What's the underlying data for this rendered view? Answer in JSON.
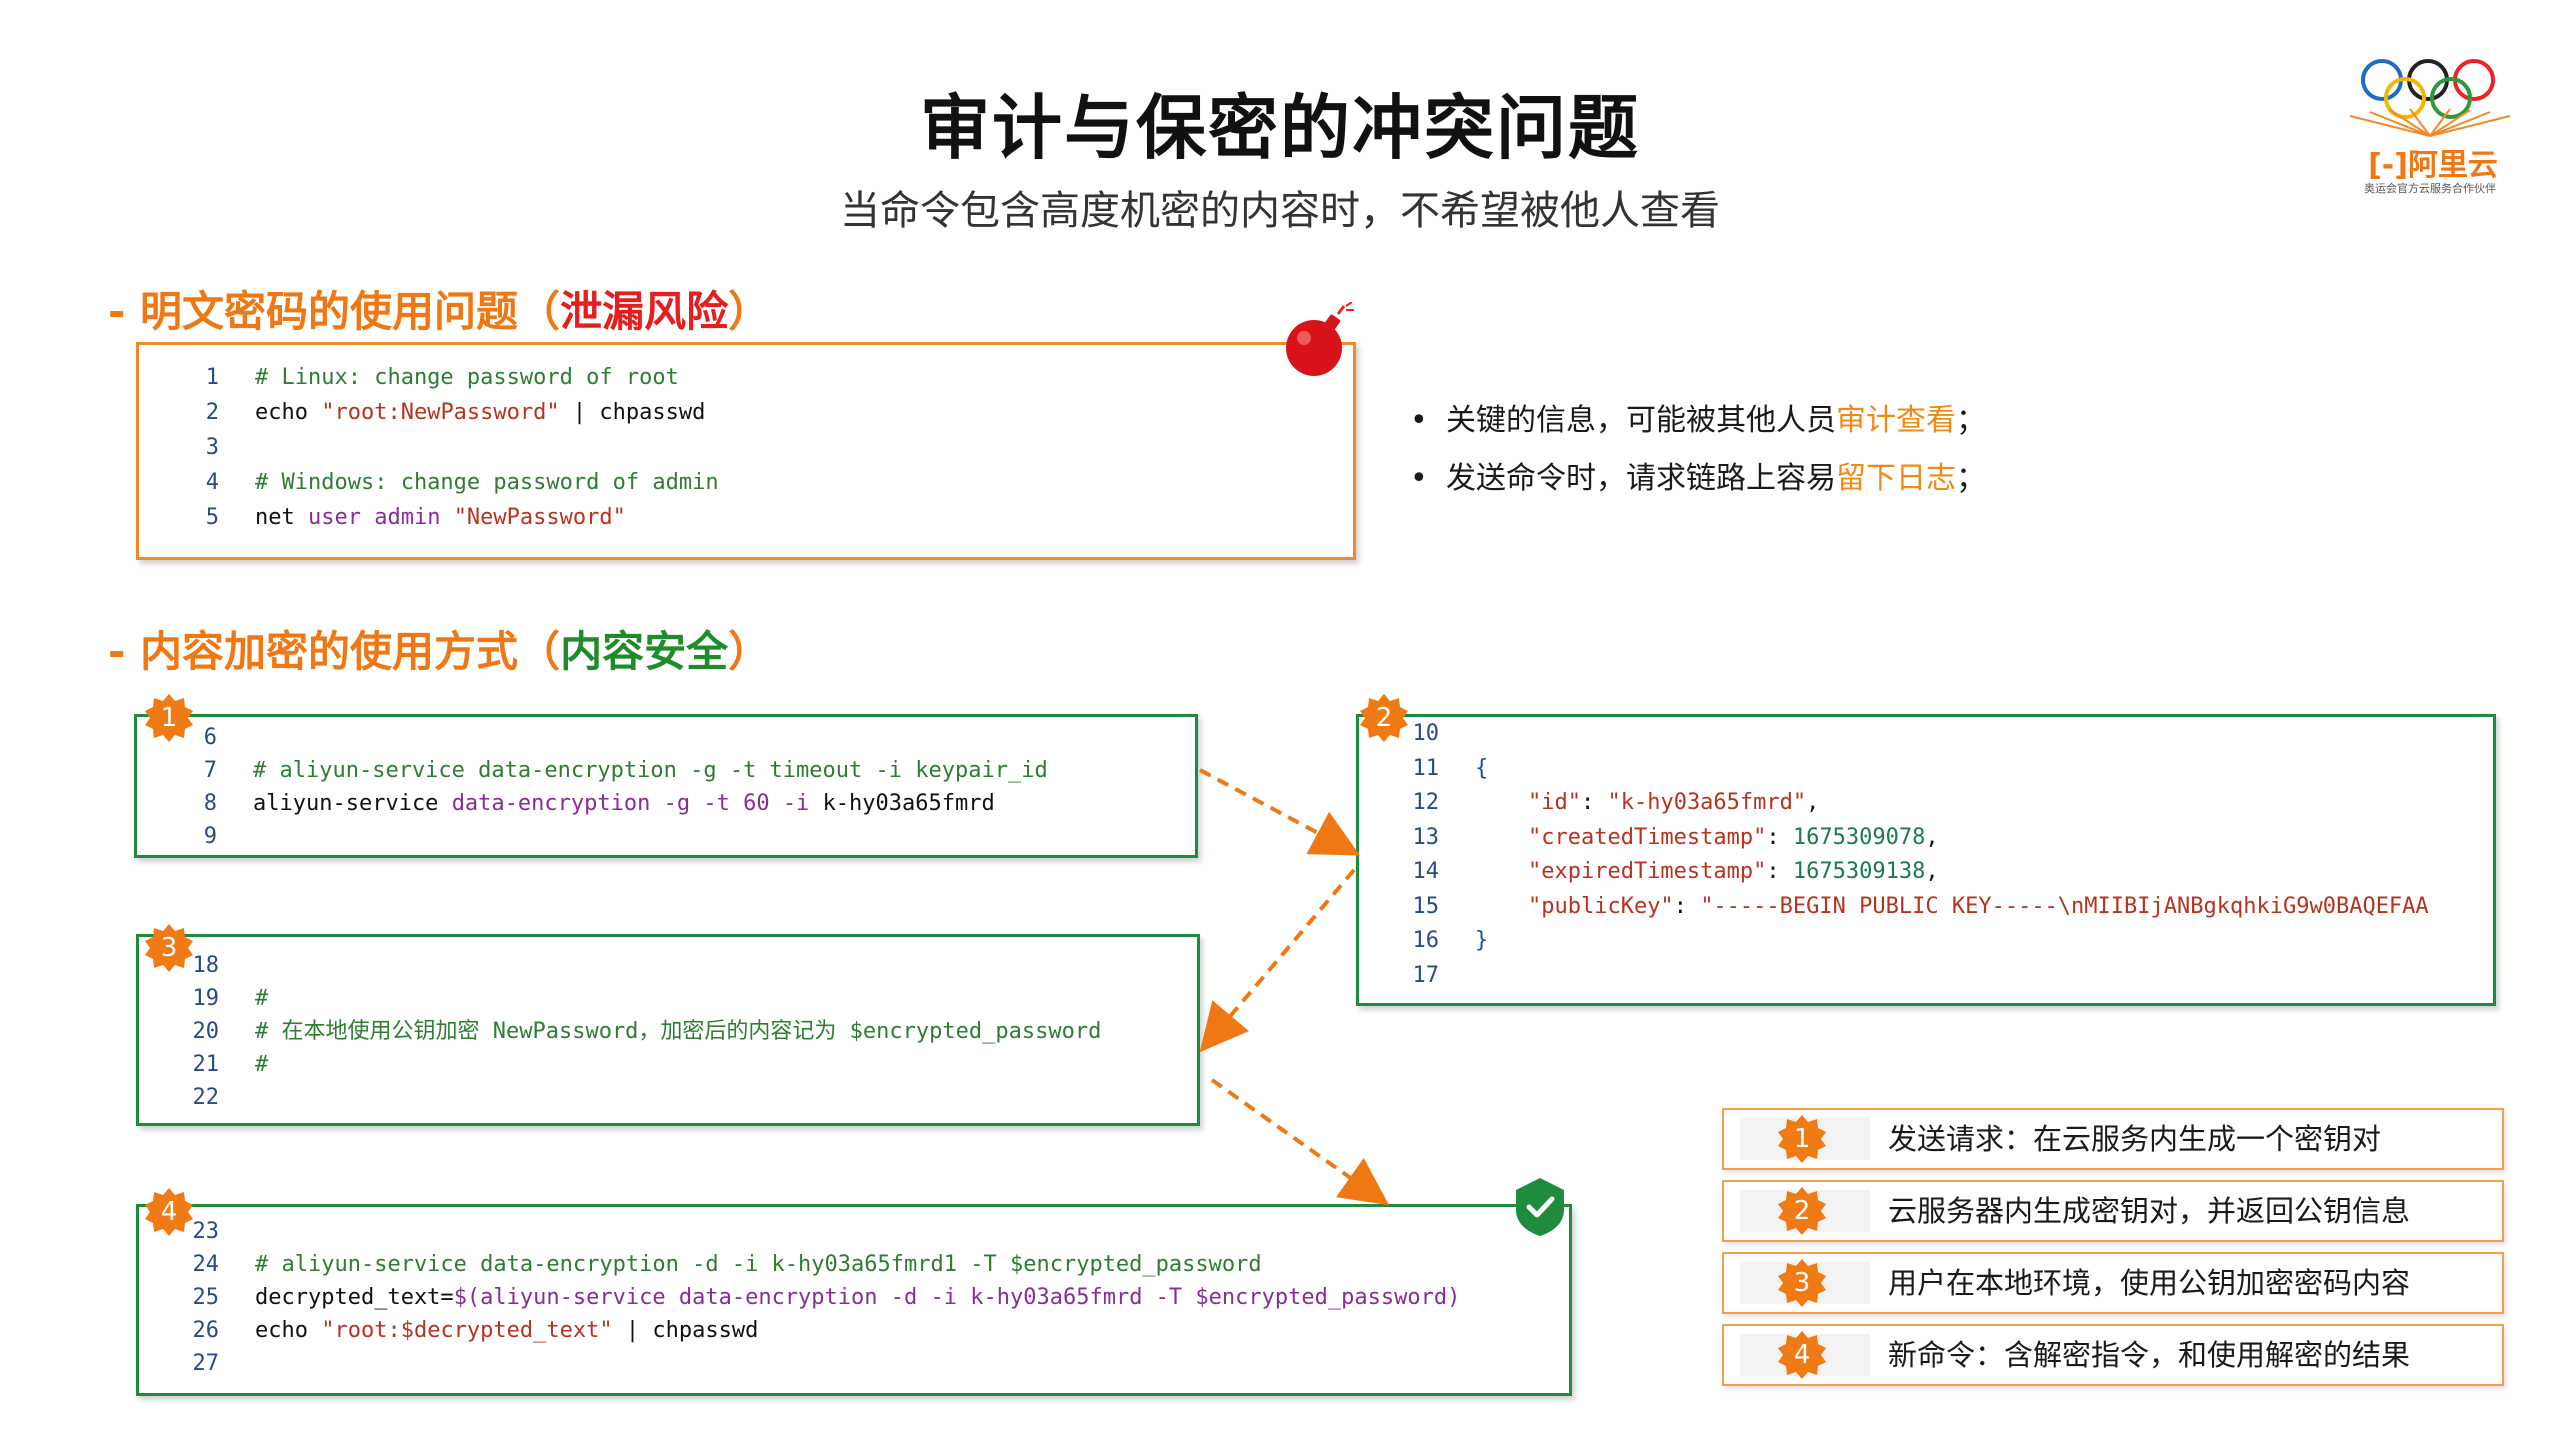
{
  "page": {
    "title": "审计与保密的冲突问题",
    "subtitle": "当命令包含高度机密的内容时，不希望被他人查看"
  },
  "logo": {
    "brand": "阿里云",
    "tagline": "奥运会官方云服务合作伙伴"
  },
  "section1": {
    "prefix": "- 明文密码的使用问题（",
    "highlight": "泄漏风险",
    "suffix": "）"
  },
  "section2": {
    "prefix": "- 内容加密的使用方式（",
    "highlight": "内容安全",
    "suffix": "）"
  },
  "code1": [
    {
      "n": "1",
      "t": "# Linux: change password of root"
    },
    {
      "n": "2",
      "a": "echo ",
      "b": "\"root:NewPassword\"",
      "c": " | chpasswd"
    },
    {
      "n": "3"
    },
    {
      "n": "4",
      "t": "# Windows: change password of admin"
    },
    {
      "n": "5",
      "a": "net ",
      "b": "user admin ",
      "c": "\"NewPassword\""
    }
  ],
  "code_step1": [
    {
      "n": "6"
    },
    {
      "n": "7",
      "t": "# aliyun-service data-encryption -g -t timeout -i keypair_id"
    },
    {
      "n": "8",
      "a": "aliyun-service ",
      "b": "data-encryption -g -t 60 -i ",
      "c": "k-hy03a65fmrd"
    },
    {
      "n": "9"
    }
  ],
  "code_step2": [
    {
      "n": "10"
    },
    {
      "n": "11",
      "p": "{"
    },
    {
      "n": "12",
      "k": "\"id\"",
      "v": "\"k-hy03a65fmrd\"",
      "e": ","
    },
    {
      "n": "13",
      "k": "\"createdTimestamp\"",
      "v": "1675309078",
      "e": ","
    },
    {
      "n": "14",
      "k": "\"expiredTimestamp\"",
      "v": "1675309138",
      "e": ","
    },
    {
      "n": "15",
      "k": "\"publicKey\"",
      "v": "\"-----BEGIN PUBLIC KEY-----\\nMIIBIjANBgkqhkiG9w0BAQEFAA",
      "e": ""
    },
    {
      "n": "16",
      "p": "}"
    },
    {
      "n": "17"
    }
  ],
  "code_step3": [
    {
      "n": "18"
    },
    {
      "n": "19",
      "t": "#"
    },
    {
      "n": "20",
      "t": "# 在本地使用公钥加密 NewPassword，加密后的内容记为 $encrypted_password"
    },
    {
      "n": "21",
      "t": "#"
    },
    {
      "n": "22"
    }
  ],
  "code_step4": [
    {
      "n": "23"
    },
    {
      "n": "24",
      "t": "# aliyun-service data-encryption -d -i k-hy03a65fmrd1 -T $encrypted_password"
    },
    {
      "n": "25",
      "a": "decrypted_text=",
      "b": "$(aliyun-service data-encryption -d -i k-hy03a65fmrd -T $encrypted_password)"
    },
    {
      "n": "26",
      "a": "echo ",
      "b": "\"root:$decrypted_text\"",
      "c": " | chpasswd"
    },
    {
      "n": "27"
    }
  ],
  "bullets": [
    {
      "pre": "关键的信息，可能被其他人员",
      "hl": "审计查看",
      "post": "；"
    },
    {
      "pre": "发送命令时，请求链路上容易",
      "hl": "留下日志",
      "post": "；"
    }
  ],
  "badges": {
    "b1": "1",
    "b2": "2",
    "b3": "3",
    "b4": "4"
  },
  "legend": [
    {
      "num": "1",
      "text": "发送请求：在云服务内生成一个密钥对"
    },
    {
      "num": "2",
      "text": "云服务器内生成密钥对，并返回公钥信息"
    },
    {
      "num": "3",
      "text": "用户在本地环境，使用公钥加密密码内容"
    },
    {
      "num": "4",
      "text": "新命令：含解密指令，和使用解密的结果"
    }
  ],
  "colors": {
    "accent": "#f08a28",
    "danger": "#e61e1e",
    "safe": "#1e8c3c",
    "badge": "#f07a14"
  },
  "icons": {
    "risk": "bomb-icon",
    "secure": "shield-check-icon",
    "flow": "dashed-arrow"
  }
}
